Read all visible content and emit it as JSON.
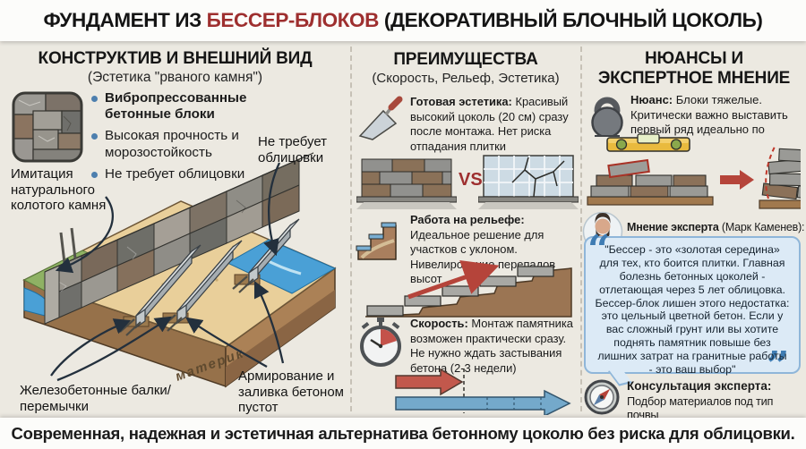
{
  "header": {
    "title_part1": "ФУНДАМЕНТ ИЗ ",
    "title_accent": "БЕССЕР-БЛОКОВ",
    "title_part2": " (ДЕКОРАТИВНЫЙ БЛОЧНЫЙ ЦОКОЛЬ)"
  },
  "left": {
    "title": "КОНСТРУКТИВ И ВНЕШНИЙ ВИД",
    "subtitle": "(Эстетика \"рваного камня\")",
    "bullets": [
      {
        "text": "Вибропрессованные бетонные блоки"
      },
      {
        "text": "Высокая прочность и морозостойкость"
      },
      {
        "text": "Не требует облицовки"
      }
    ],
    "labels": {
      "imitation": "Имитация натурального колотого камня",
      "no_facing": "Не требует облицовки",
      "beams": "Железобетонные балки/перемычки",
      "bedrock": "материк",
      "armoring": "Армирование и заливка бетоном пустот"
    }
  },
  "middle": {
    "title": "ПРЕИМУЩЕСТВА",
    "subtitle": "(Скорость, Рельеф, Эстетика)",
    "vs_label": "VS",
    "items": [
      {
        "icon": "trowel-icon",
        "lead": "Готовая эстетика:",
        "text": "Красивый высокий цоколь (20 см) сразу после монтажа. Нет риска отпадания плитки"
      },
      {
        "icon": "stairs-icon",
        "lead": "Работа на рельефе:",
        "text": "Идеальное решение для участков с уклоном. Нивелирование перепадов высот"
      },
      {
        "icon": "stopwatch-icon",
        "lead": "Скорость:",
        "text": "Монтаж памятника возможен практически сразу. Не нужно ждать застывания бетона (2-3 недели)"
      }
    ]
  },
  "right": {
    "title_line1": "НЮАНСЫ И",
    "title_line2": "ЭКСПЕРТНОЕ МНЕНИЕ",
    "nuance": {
      "icon": "kettlebell-icon",
      "lead": "Нюанс:",
      "text": "Блоки тяжелые. Критически важно выставить первый ряд идеально по уровню"
    },
    "expert": {
      "label_lead": "Мнение эксперта",
      "label_rest": " (Марк Каменев):",
      "quote_open": "“",
      "quote_close": "”",
      "quote": "\"Бессер - это «золотая середина» для тех, кто боится плитки. Главная болезнь бетонных цоколей - отлетающая через 5 лет облицовка. Бессер-блок лишен этого недостатка: это цельный цветной бетон. Если у вас сложный грунт или вы хотите поднять памятник повыше без лишних затрат на гранитные работы - это ваш выбор\""
    },
    "consult": {
      "icon": "compass-icon",
      "lead": "Консультация эксперта:",
      "text": "Подбор материалов под тип почвы"
    }
  },
  "footer": {
    "text": "Современная, надежная и эстетичная альтернатива бетонному цоколю без риска для облицовки."
  },
  "colors": {
    "accent_red": "#9e2f2f",
    "bullet_blue": "#4d7fae",
    "bubble_bg": "#dceaf6",
    "bubble_border": "#8fb6d9",
    "arrow_red": "#c2584c",
    "arrow_blue": "#74a9cb"
  }
}
